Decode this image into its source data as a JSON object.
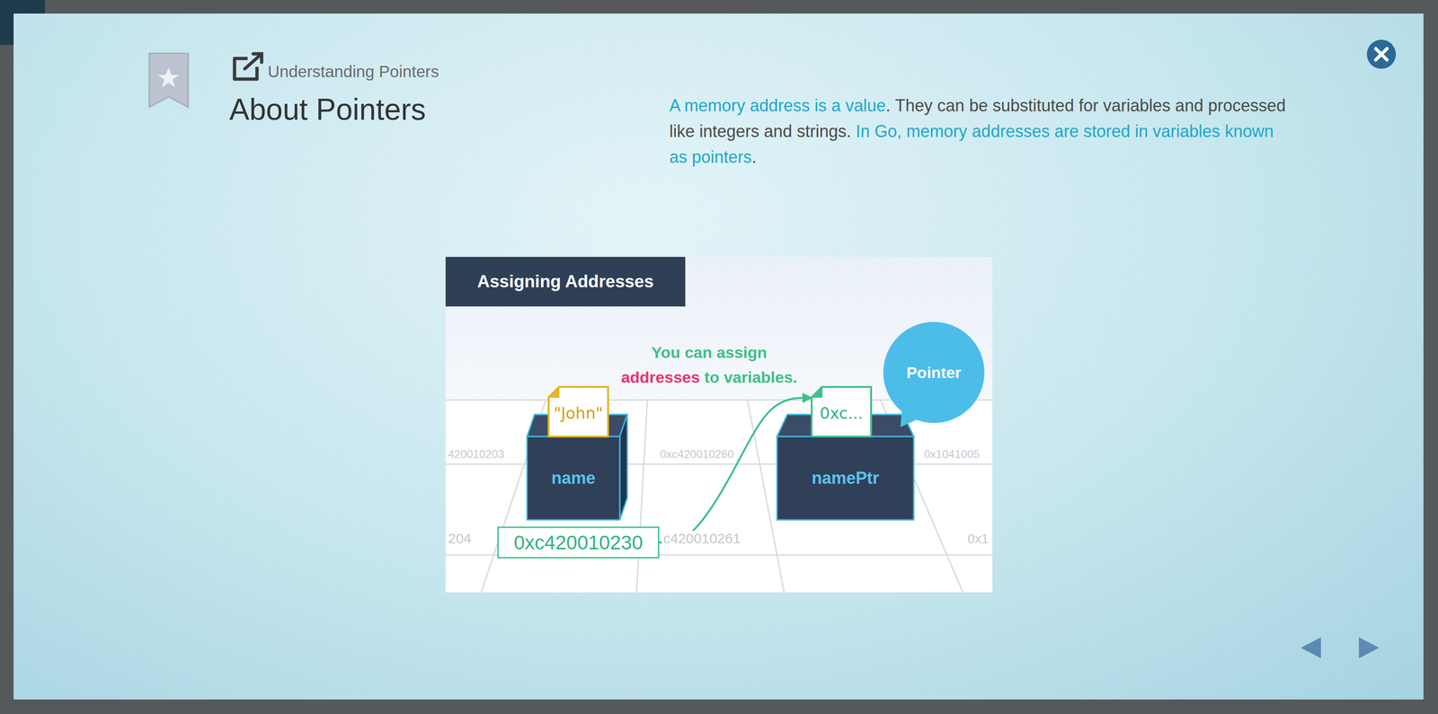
{
  "diagram": {
    "title": "About Pointers",
    "nodes": [
      {
        "text": [
          "Assigning Addresses"
        ]
      },
      {
        "text": [
          "name"
        ]
      },
      {
        "text": [
          "\"John\""
        ]
      },
      {
        "text": [
          "0xc420010230"
        ]
      },
      {
        "text": [
          "namePtr"
        ]
      },
      {
        "text": [
          "0xc..."
        ]
      },
      {
        "text": [
          "Pointer"
        ]
      }
    ],
    "edges": [
      {
        "from": 3,
        "to": 5,
        "arrow": "to"
      }
    ],
    "labels": [
      "Understanding Pointers",
      "A memory address is a value",
      ".",
      "They can be substituted for variables and processed like integers and strings.",
      "In Go, memory addresses are stored in variables known as pointers",
      ".",
      "You can assign",
      "addresses",
      "to variables.",
      "420010203",
      "0xc420010260",
      "0x1041005",
      "204",
      "c420010261",
      "0x1"
    ]
  }
}
